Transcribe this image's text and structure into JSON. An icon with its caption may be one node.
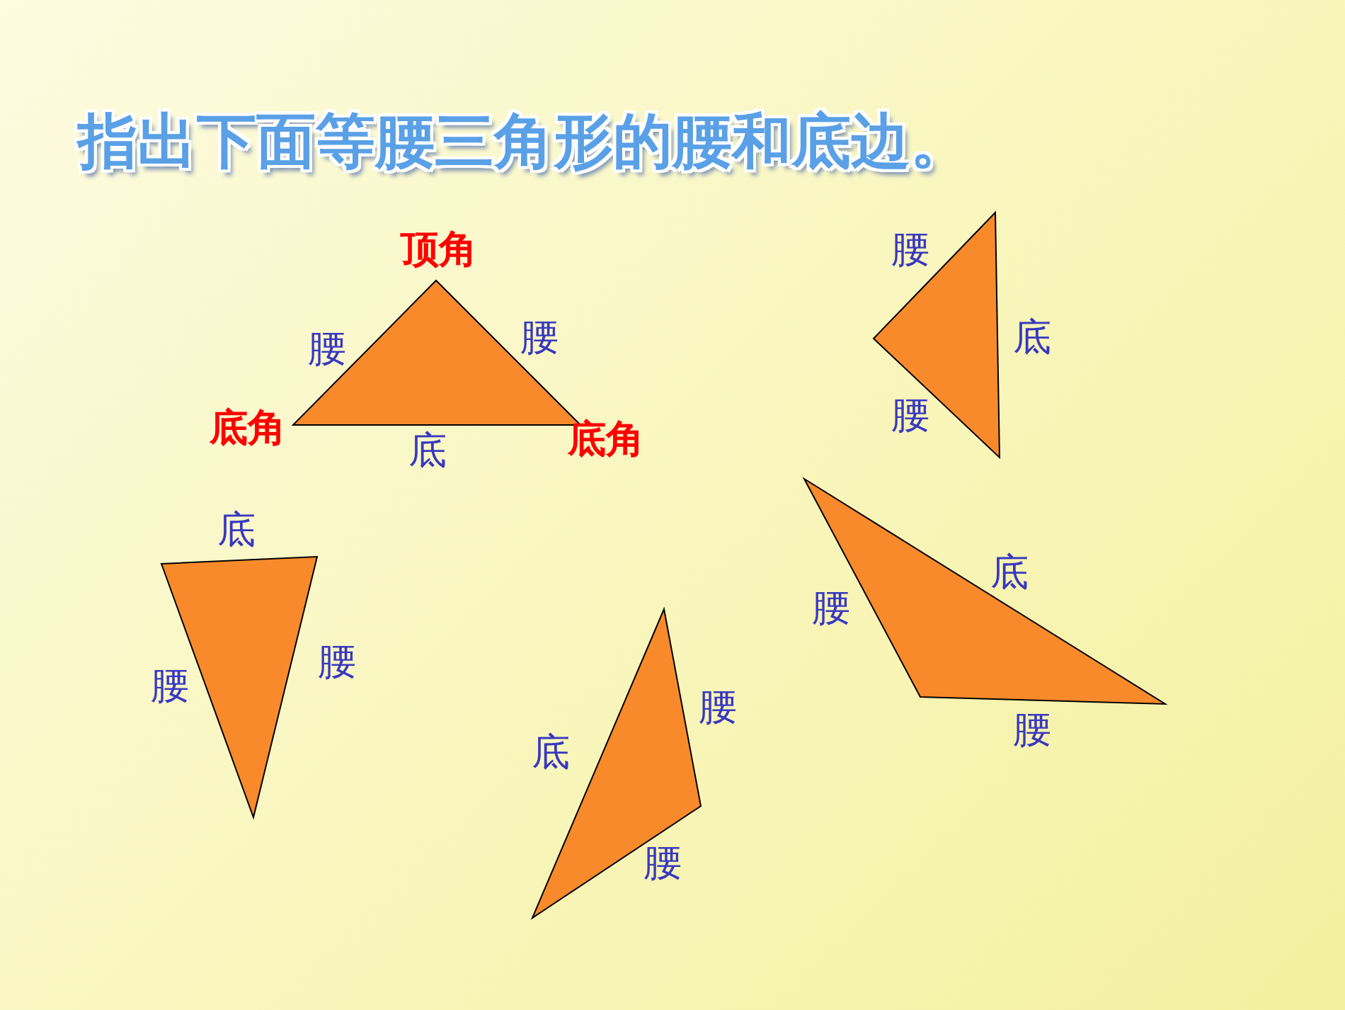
{
  "diagram": {
    "title": "指出下面等腰三角形的腰和底边。",
    "nodes": [
      {
        "text": [],
        "shape": "triangle",
        "beside": [
          "顶角",
          "腰",
          "腰",
          "底角",
          "底",
          "底角"
        ]
      },
      {
        "text": [],
        "shape": "triangle",
        "beside": [
          "腰",
          "底",
          "腰"
        ]
      },
      {
        "text": [],
        "shape": "triangle",
        "beside": [
          "底",
          "腰",
          "腰"
        ]
      },
      {
        "text": [],
        "shape": "triangle",
        "beside": [
          "腰",
          "底",
          "腰"
        ]
      },
      {
        "text": [],
        "shape": "triangle",
        "beside": [
          "腰",
          "底",
          "腰"
        ]
      }
    ]
  }
}
